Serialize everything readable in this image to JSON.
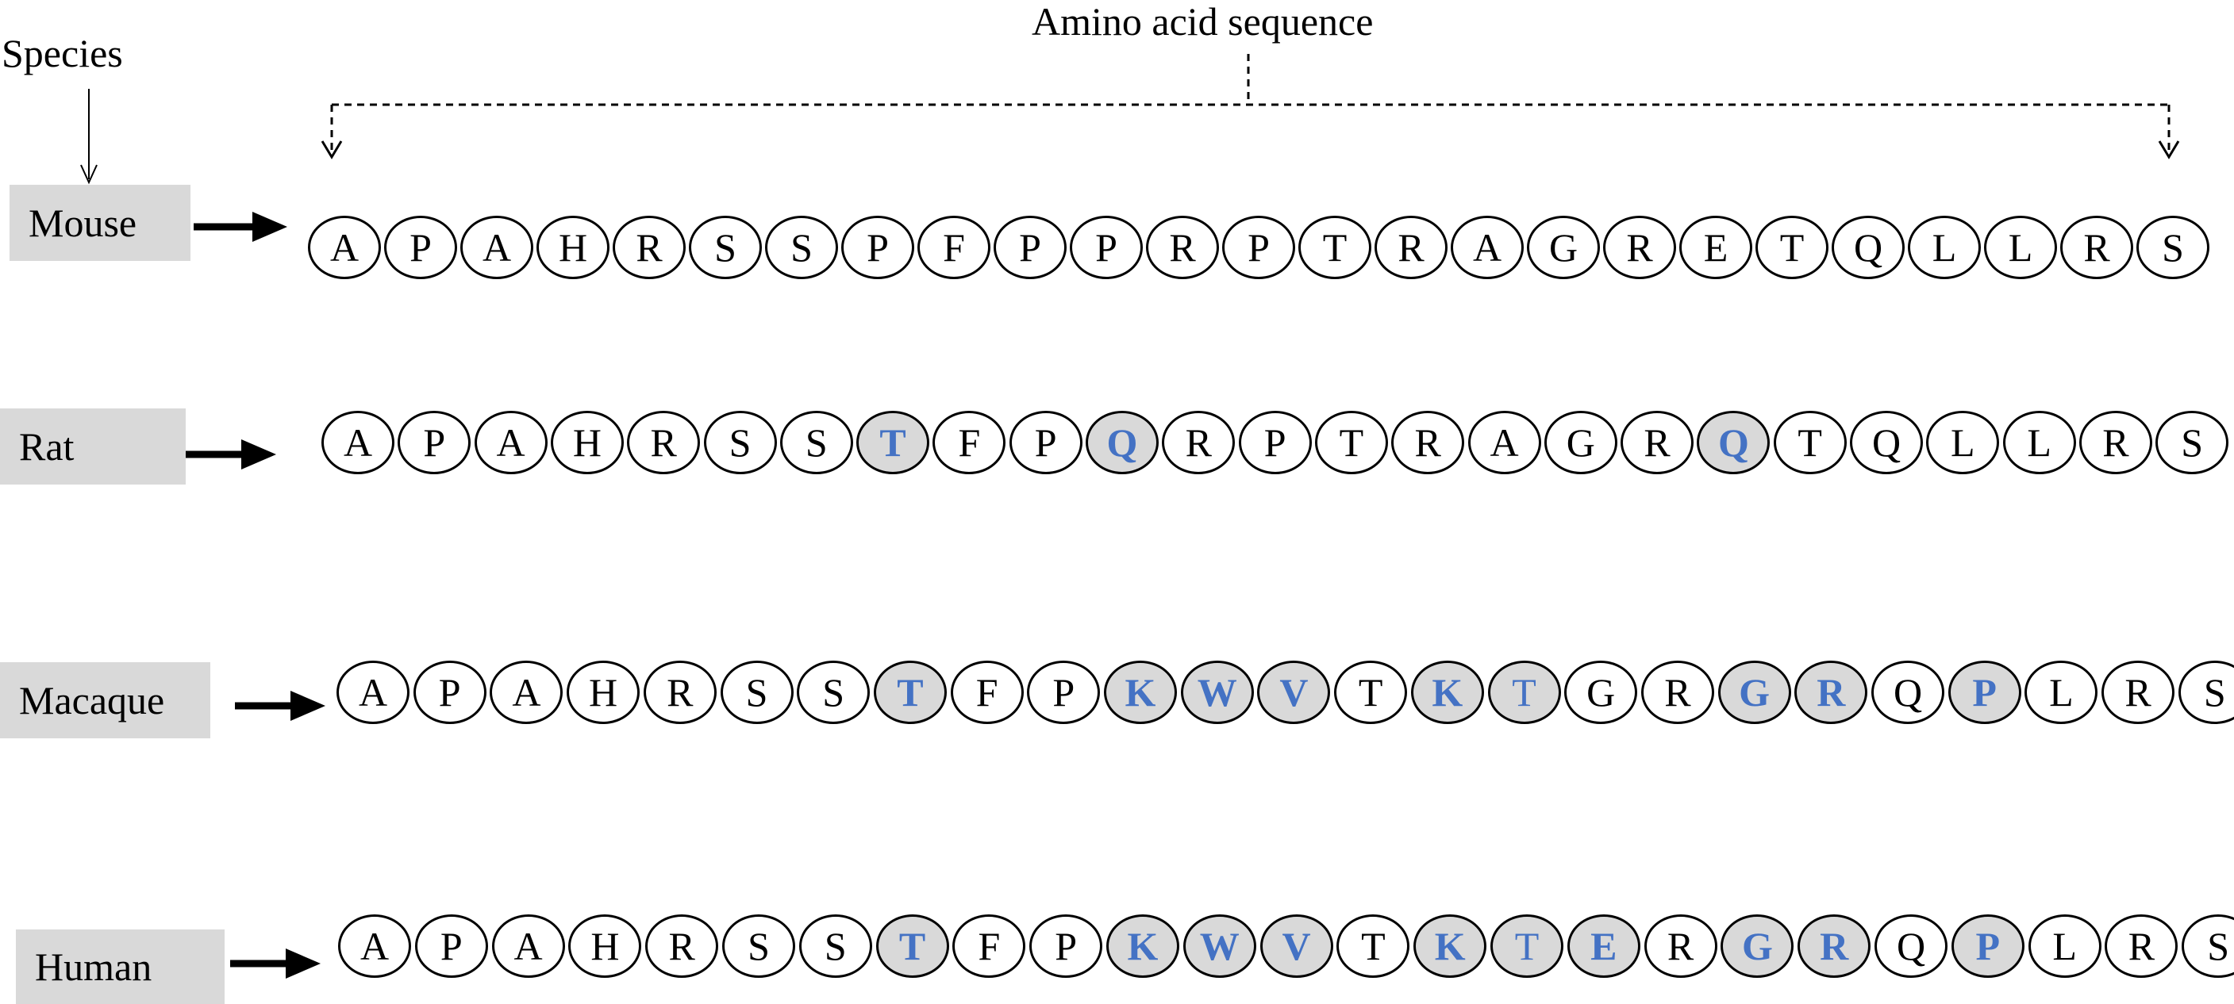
{
  "header": {
    "sequence_label": "Amino acid sequence",
    "species_label": "Species"
  },
  "colors": {
    "substitution_fill": "#d9d9d9",
    "substitution_text": "#4472c4",
    "species_box": "#d9d9d9"
  },
  "rows": [
    {
      "species": "Mouse",
      "residues": [
        "A",
        "P",
        "A",
        "H",
        "R",
        "S",
        "S",
        "P",
        "F",
        "P",
        "P",
        "R",
        "P",
        "T",
        "R",
        "A",
        "G",
        "R",
        "E",
        "T",
        "Q",
        "L",
        "L",
        "R",
        "S"
      ],
      "substituted": []
    },
    {
      "species": "Rat",
      "residues": [
        "A",
        "P",
        "A",
        "H",
        "R",
        "S",
        "S",
        "T",
        "F",
        "P",
        "Q",
        "R",
        "P",
        "T",
        "R",
        "A",
        "G",
        "R",
        "Q",
        "T",
        "Q",
        "L",
        "L",
        "R",
        "S"
      ],
      "substituted": [
        7,
        10,
        18
      ]
    },
    {
      "species": "Macaque",
      "residues": [
        "A",
        "P",
        "A",
        "H",
        "R",
        "S",
        "S",
        "T",
        "F",
        "P",
        "K",
        "W",
        "V",
        "T",
        "K",
        "T",
        "G",
        "R",
        "G",
        "R",
        "Q",
        "P",
        "L",
        "R",
        "S"
      ],
      "substituted": [
        7,
        10,
        11,
        12,
        14,
        15,
        18,
        19,
        21
      ]
    },
    {
      "species": "Human",
      "residues": [
        "A",
        "P",
        "A",
        "H",
        "R",
        "S",
        "S",
        "T",
        "F",
        "P",
        "K",
        "W",
        "V",
        "T",
        "K",
        "T",
        "E",
        "R",
        "G",
        "R",
        "Q",
        "P",
        "L",
        "R",
        "S"
      ],
      "substituted": [
        7,
        10,
        11,
        12,
        14,
        15,
        16,
        18,
        19,
        21
      ]
    }
  ]
}
